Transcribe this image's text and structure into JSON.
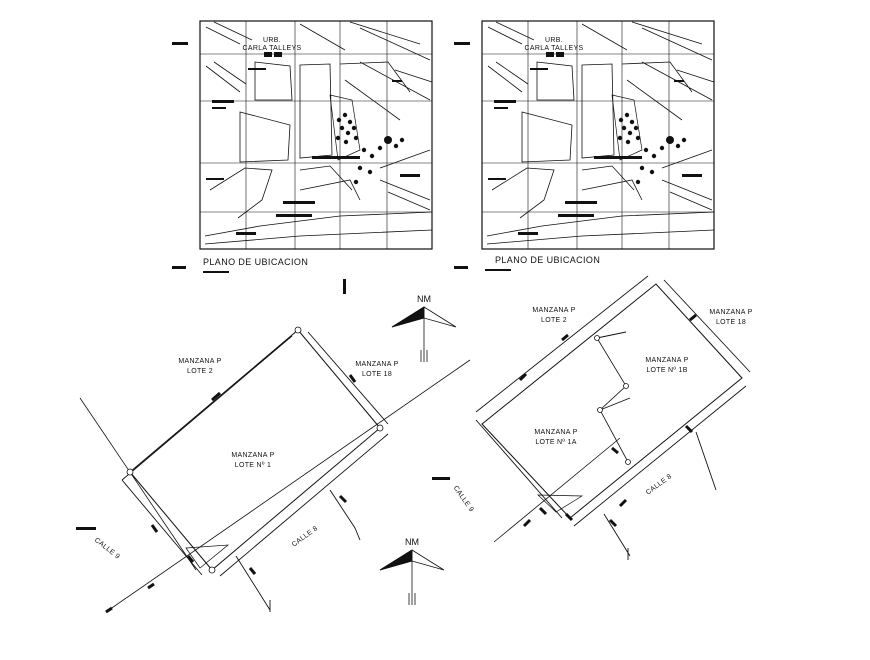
{
  "location_plans": {
    "caption": "PLANO DE UBICACION",
    "map_label_1": "URB.",
    "map_label_2": "CARLA TALLEYS"
  },
  "north_arrow": {
    "label": "NM"
  },
  "site_plan_left": {
    "lot_label_1": "MANZANA P",
    "lot_label_2": "LOTE Nº 1",
    "north_neighbor_1": "MANZANA P",
    "north_neighbor_2": "LOTE 2",
    "east_neighbor_1": "MANZANA P",
    "east_neighbor_2": "LOTE 18",
    "street_front": "CALLE 8",
    "street_side": "CALLE 9"
  },
  "site_plan_right": {
    "neighbor_top_1": "MANZANA P",
    "neighbor_top_2": "LOTE 2",
    "neighbor_right_1": "MANZANA P",
    "neighbor_right_2": "LOTE 18",
    "lot_b_1": "MANZANA P",
    "lot_b_2": "LOTE Nº 1B",
    "lot_a_1": "MANZANA P",
    "lot_a_2": "LOTE Nº 1A",
    "street_front": "CALLE 8",
    "street_side": "CALLE 9"
  }
}
